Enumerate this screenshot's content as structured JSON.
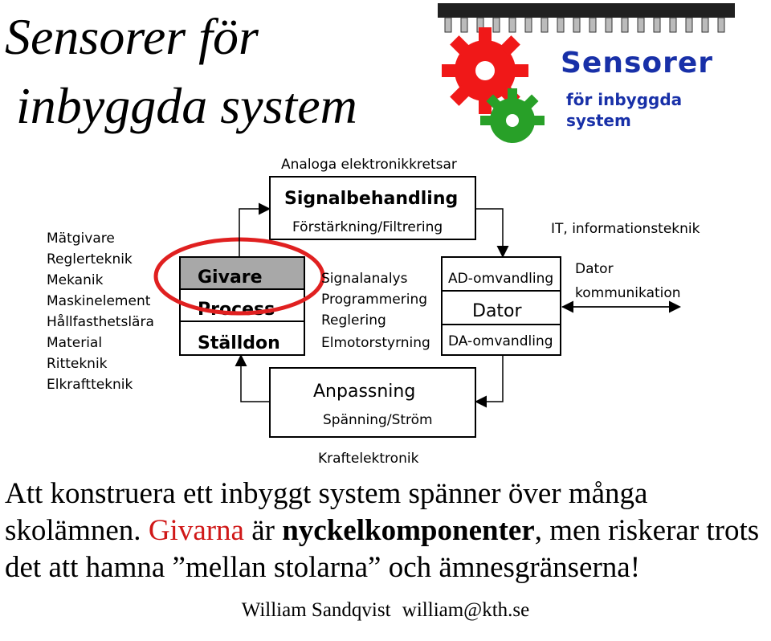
{
  "title": {
    "line1": "Sensorer för",
    "line2": "inbyggda system"
  },
  "logo": {
    "title": "Sensorer",
    "sub1": "för inbyggda",
    "sub2": "system"
  },
  "diagram": {
    "top_label": "Analoga elektronikkretsar",
    "signal_box": {
      "title": "Signalbehandling",
      "subtitle": "Förstärkning/Filtrering"
    },
    "left_subjects": [
      "Mätgivare",
      "Reglerteknik",
      "Mekanik",
      "Maskinelement",
      "Hållfasthetslära",
      "Material",
      "Ritteknik",
      "Elkraftteknik"
    ],
    "process_stack": [
      "Givare",
      "Process",
      "Ställdon"
    ],
    "middle_subjects": [
      "Signalanalys",
      "Programmering",
      "Reglering",
      "Elmotorstyrning"
    ],
    "computer_stack": [
      "AD-omvandling",
      "Dator",
      "DA-omvandling"
    ],
    "it_label": "IT, informationsteknik",
    "right_labels": [
      "Dator",
      "kommunikation"
    ],
    "adapt_box": {
      "title": "Anpassning",
      "subtitle": "Spänning/Ström"
    },
    "bottom_label": "Kraftelektronik",
    "highlight_color": "#e02020"
  },
  "paragraph": {
    "part1": "Att konstruera ett inbyggt system spänner över många skolämnen. ",
    "highlight": "Givarna",
    "part2": " är ",
    "bold": "nyckelkomponenter",
    "part3": ", men riskerar trots det att hamna ”mellan stolarna” och ämnesgränserna!"
  },
  "footer": {
    "name": "William Sandqvist",
    "email": "william@kth.se"
  }
}
